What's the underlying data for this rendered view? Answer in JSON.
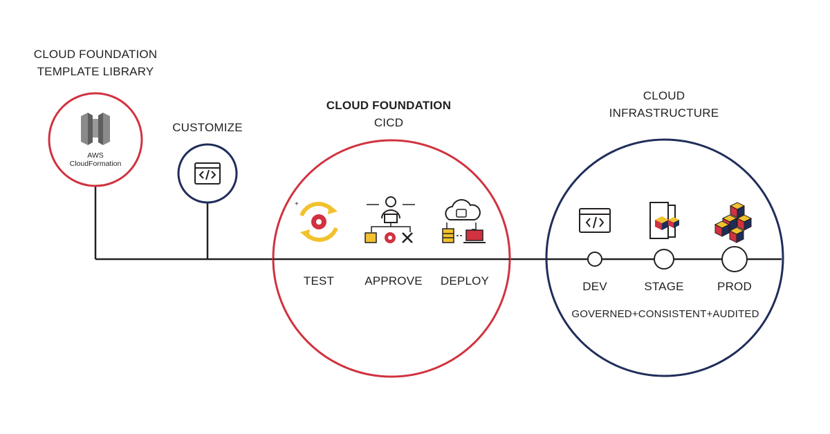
{
  "library": {
    "title_line1": "CLOUD FOUNDATION",
    "title_line2": "TEMPLATE LIBRARY",
    "service_line1": "AWS",
    "service_line2": "CloudFormation"
  },
  "customize": {
    "title": "CUSTOMIZE"
  },
  "cicd": {
    "title_line1": "CLOUD FOUNDATION",
    "title_line2": "CICD",
    "stages": [
      "TEST",
      "APPROVE",
      "DEPLOY"
    ]
  },
  "infrastructure": {
    "title_line1": "CLOUD",
    "title_line2": "INFRASTRUCTURE",
    "environments": [
      "DEV",
      "STAGE",
      "PROD"
    ],
    "tagline": "GOVERNED+CONSISTENT+AUDITED"
  },
  "icons": [
    "aws-cloudformation-icon",
    "code-window-icon",
    "test-cycle-icon",
    "approve-person-icon",
    "deploy-cloud-icon",
    "code-window-icon",
    "stage-box-icon",
    "prod-cubes-icon"
  ],
  "colors": {
    "red": "#d0323f",
    "navy": "#1f2d5a",
    "yellow": "#f2c12e",
    "gray": "#7d7d7d",
    "line": "#231f20"
  }
}
